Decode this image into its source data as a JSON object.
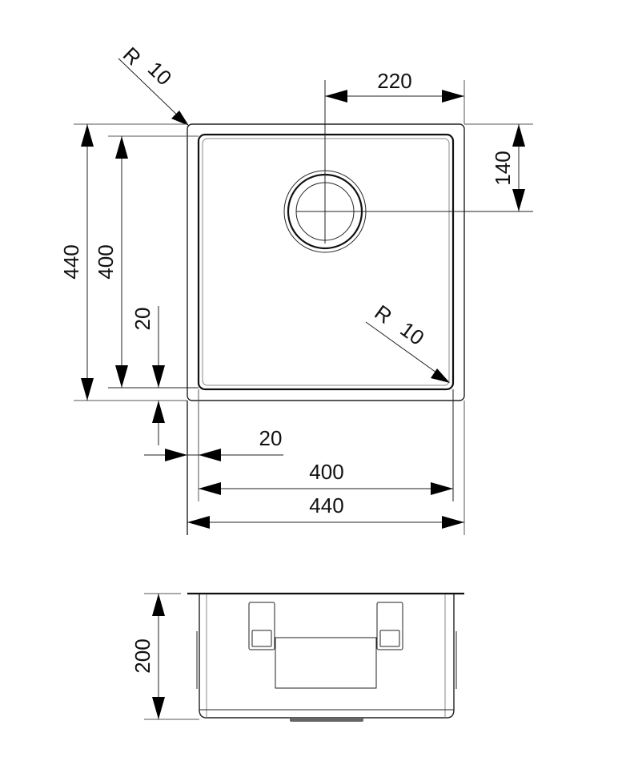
{
  "drawing": {
    "title": "Undermount sink technical drawing",
    "units": "mm",
    "colors": {
      "line": "#222222",
      "text": "#111111",
      "background": "#ffffff"
    },
    "top_view": {
      "corner_radius_outer": {
        "label_r": "R",
        "label_value": "10"
      },
      "corner_radius_inner": {
        "label_r": "R",
        "label_value": "10"
      },
      "drain_offset_x": "220",
      "drain_offset_y": "140",
      "overall_height": "440",
      "bowl_height": "400",
      "rim_bottom": "20",
      "rim_left": "20",
      "bowl_width": "400",
      "overall_width": "440"
    },
    "front_view": {
      "depth": "200"
    }
  }
}
